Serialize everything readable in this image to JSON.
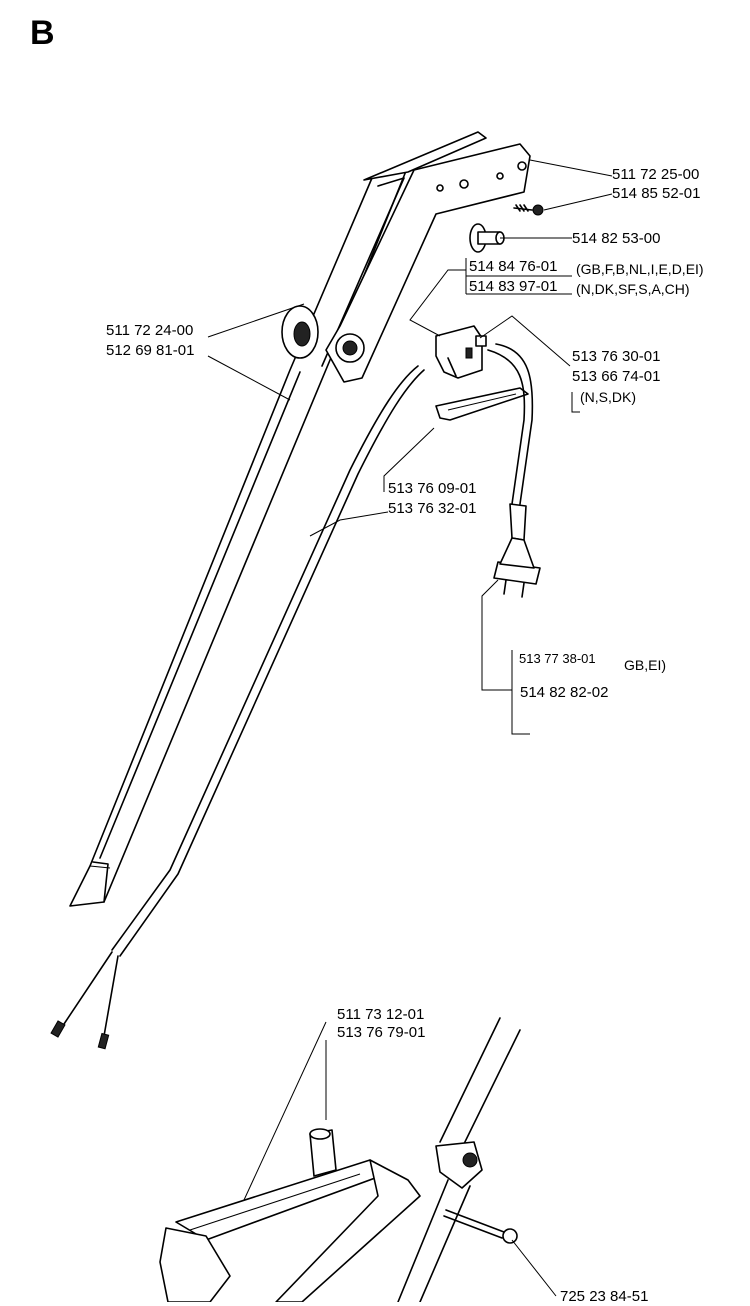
{
  "section": {
    "letter": "B"
  },
  "labels": {
    "p511722500": "511 72 25-00",
    "p514855201": "514 85 52-01",
    "p514825300": "514 82 53-00",
    "p514847601": "514 84 76-01",
    "v514847601": "(GB,F,B,NL,I,E,D,EI)",
    "p514839701": "514 83 97-01",
    "v514839701": "(N,DK,SF,S,A,CH)",
    "p511722400": "511 72 24-00",
    "p512698101": "512 69 81-01",
    "p513763001": "513 76 30-01",
    "p513667401": "513 66 74-01",
    "v513667401": "(N,S,DK)",
    "p513760901": "513 76 09-01",
    "p513763201": "513 76 32-01",
    "p513773801": "513 77 38-01",
    "v513773801": "GB,EI)",
    "p514828202": "514 82 82-02",
    "p511731201": "511 73 12-01",
    "p513767901": "513 76 79-01",
    "p725238451": "725 23 84-51"
  }
}
